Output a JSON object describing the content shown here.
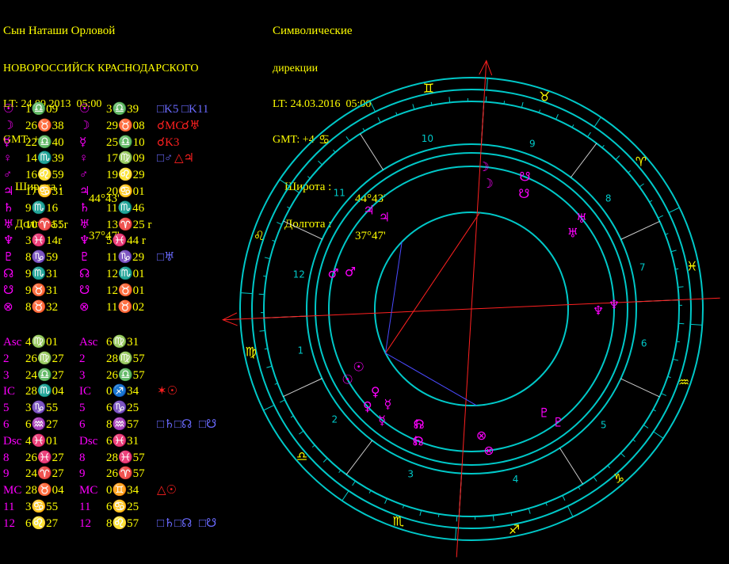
{
  "natal_header": {
    "title": "Сын Наташи Орловой",
    "place": "НОВОРОССИЙСК КРАСНОДАРСКОГО",
    "lt": "LT: 24.09.2013  05:00",
    "gmt": "GMT: +4",
    "lat_label": "Широта :",
    "lat_value": "44°43'",
    "lon_label": "Долгота :",
    "lon_value": "37°47'"
  },
  "dir_header": {
    "title": "Символические",
    "title2": "дирекции",
    "lt": "LT: 24.03.2016  05:00",
    "gmt": "GMT: +4",
    "lat_label": "Широта :",
    "lat_value": "44°43'",
    "lon_label": "Долгота :",
    "lon_value": "37°47'"
  },
  "planets": [
    {
      "g1": "☉",
      "natal": "1♎09",
      "g2": "☉",
      "dir": "3♎39",
      "aspects": [
        {
          "t": "□K5",
          "c": "bl"
        },
        {
          "t": " □K11",
          "c": "bl"
        }
      ]
    },
    {
      "g1": "☽",
      "natal": "26♉38",
      "g2": "☽",
      "dir": "29♉08",
      "aspects": [
        {
          "t": "☌MC",
          "c": "rd"
        },
        {
          "t": " ☌♅",
          "c": "rd"
        }
      ]
    },
    {
      "g1": "☿",
      "natal": "22♎40",
      "g2": "☿",
      "dir": "25♎10",
      "aspects": [
        {
          "t": "☌K3",
          "c": "rd"
        }
      ]
    },
    {
      "g1": "♀",
      "natal": "14♏39",
      "g2": "♀",
      "dir": "17♍09",
      "aspects": [
        {
          "t": "□♂",
          "c": "bl"
        },
        {
          "t": " △♃",
          "c": "rd"
        }
      ]
    },
    {
      "g1": "♂",
      "natal": "16♌59",
      "g2": "♂",
      "dir": "19♌29",
      "aspects": []
    },
    {
      "g1": "♃",
      "natal": "17♋31",
      "g2": "♃",
      "dir": "20♋01",
      "aspects": []
    },
    {
      "g1": "♄",
      "natal": "9♏16",
      "g2": "♄",
      "dir": "11♏46",
      "aspects": []
    },
    {
      "g1": "♅",
      "natal": "10♈55r",
      "g2": "♅",
      "dir": "13♈25 r",
      "aspects": []
    },
    {
      "g1": "♆",
      "natal": "3♓14r",
      "g2": "♆",
      "dir": "5♓44 r",
      "aspects": []
    },
    {
      "g1": "♇",
      "natal": "8♑59",
      "g2": "♇",
      "dir": "11♑29",
      "aspects": [
        {
          "t": "□♅",
          "c": "bl"
        }
      ]
    },
    {
      "g1": "☊",
      "natal": "9♏31",
      "g2": "☊",
      "dir": "12♏01",
      "aspects": []
    },
    {
      "g1": "☋",
      "natal": "9♉31",
      "g2": "☋",
      "dir": "12♉01",
      "aspects": []
    },
    {
      "g1": "⊗",
      "natal": "8♉32",
      "g2": "⊗",
      "dir": "11♉02",
      "aspects": []
    }
  ],
  "houses": [
    {
      "l1": "Asc",
      "natal": "4♍01",
      "l2": "Asc",
      "dir": "6♍31",
      "aspects": []
    },
    {
      "l1": "2",
      "natal": "26♍27",
      "l2": "2",
      "dir": "28♍57",
      "aspects": []
    },
    {
      "l1": "3",
      "natal": "24♎27",
      "l2": "3",
      "dir": "26♎57",
      "aspects": []
    },
    {
      "l1": "IC",
      "natal": "28♏04",
      "l2": "IC",
      "dir": "0♐34",
      "aspects": [
        {
          "t": "✶☉",
          "c": "rd"
        }
      ]
    },
    {
      "l1": "5",
      "natal": "3♑55",
      "l2": "5",
      "dir": "6♑25",
      "aspects": []
    },
    {
      "l1": "6",
      "natal": "6♒27",
      "l2": "6",
      "dir": "8♒57",
      "aspects": [
        {
          "t": "□♄",
          "c": "bl"
        },
        {
          "t": " □☊",
          "c": "bl"
        },
        {
          "t": " □☋",
          "c": "bl"
        }
      ]
    },
    {
      "l1": "Dsc",
      "natal": "4♓01",
      "l2": "Dsc",
      "dir": "6♓31",
      "aspects": []
    },
    {
      "l1": "8",
      "natal": "26♓27",
      "l2": "8",
      "dir": "28♓57",
      "aspects": []
    },
    {
      "l1": "9",
      "natal": "24♈27",
      "l2": "9",
      "dir": "26♈57",
      "aspects": []
    },
    {
      "l1": "MC",
      "natal": "28♉04",
      "l2": "MC",
      "dir": "0♊34",
      "aspects": [
        {
          "t": "△☉",
          "c": "rd"
        }
      ]
    },
    {
      "l1": "11",
      "natal": "3♋55",
      "l2": "11",
      "dir": "6♋25",
      "aspects": []
    },
    {
      "l1": "12",
      "natal": "6♌27",
      "l2": "12",
      "dir": "8♌57",
      "aspects": [
        {
          "t": "□♄",
          "c": "bl"
        },
        {
          "t": " □☊",
          "c": "bl"
        },
        {
          "t": " □☋",
          "c": "bl"
        }
      ]
    }
  ],
  "wheel": {
    "asc_longitude": 154.0,
    "zodiac_signs": [
      "♈",
      "♉",
      "♊",
      "♋",
      "♌",
      "♍",
      "♎",
      "♏",
      "♐",
      "♑",
      "♒",
      "♓"
    ],
    "house_numbers": [
      "1",
      "2",
      "3",
      "4",
      "5",
      "6",
      "7",
      "8",
      "9",
      "10",
      "11",
      "12"
    ],
    "house_cusps_dir": [
      156.5,
      178.95,
      206.95,
      240.57,
      276.42,
      308.95,
      336.5,
      358.95,
      26.95,
      60.57,
      96.42,
      128.95
    ],
    "outer_planets": [
      {
        "g": "☽",
        "lon": 59.1
      },
      {
        "g": "☋",
        "lon": 42.0
      },
      {
        "g": "♅",
        "lon": 13.4
      },
      {
        "g": "♆",
        "lon": 335.7
      },
      {
        "g": "♇",
        "lon": 281.5
      },
      {
        "g": "⊗",
        "lon": 251.0
      },
      {
        "g": "☊",
        "lon": 222.0
      },
      {
        "g": "♄",
        "lon": 221.8
      },
      {
        "g": "♀",
        "lon": 197.2
      },
      {
        "g": "☿",
        "lon": 205.2
      },
      {
        "g": "☉",
        "lon": 183.6
      },
      {
        "g": "♂",
        "lon": 139.5
      },
      {
        "g": "♃",
        "lon": 110.0
      }
    ],
    "inner_planets": [
      {
        "g": "☽",
        "lon": 56.6
      },
      {
        "g": "☋",
        "lon": 39.5
      },
      {
        "g": "♅",
        "lon": 10.9
      },
      {
        "g": "♆",
        "lon": 333.2
      },
      {
        "g": "♇",
        "lon": 279.0
      },
      {
        "g": "⊗",
        "lon": 248.5
      },
      {
        "g": "☊",
        "lon": 219.5
      },
      {
        "g": "♄",
        "lon": 219.3
      },
      {
        "g": "♀",
        "lon": 194.7
      },
      {
        "g": "☿",
        "lon": 202.7
      },
      {
        "g": "☉",
        "lon": 181.2
      },
      {
        "g": "♂",
        "lon": 137.0
      },
      {
        "g": "♃",
        "lon": 107.5
      }
    ],
    "aspect_lines": [
      {
        "a": 181.2,
        "b": 59.1,
        "color": "#ff2020"
      },
      {
        "a": 181.2,
        "b": 247.0,
        "color": "#4a4aff"
      },
      {
        "a": 181.2,
        "b": 110.0,
        "color": "#4a4aff"
      }
    ],
    "colors": {
      "rings": "#00c8c8",
      "glyph": "#ff00ff",
      "sign": "#ffff00",
      "axis": "#ff2020",
      "house_num": "#00c8c8"
    }
  }
}
